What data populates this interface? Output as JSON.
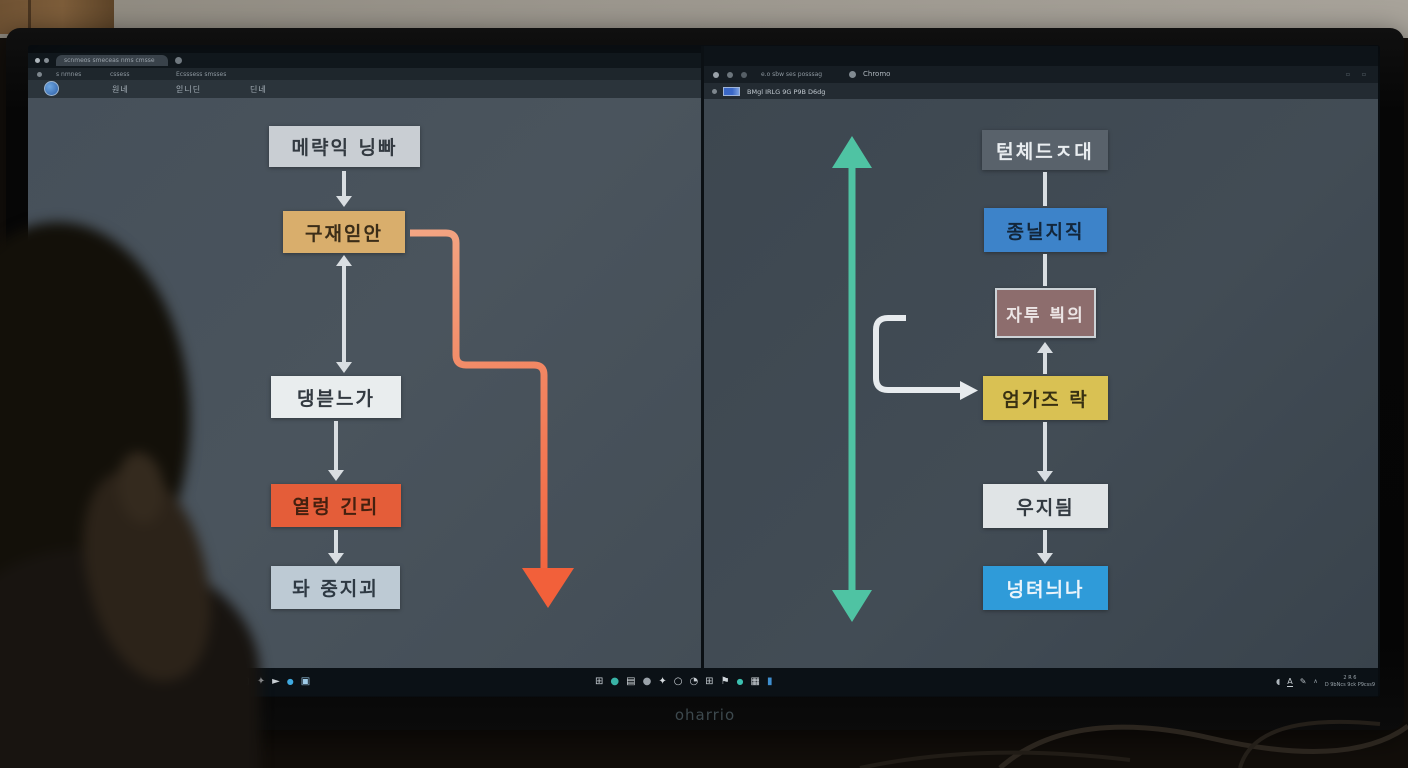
{
  "scene": {
    "monitor_brand": "oharrio"
  },
  "left_window": {
    "tab_title": "scnmeos smeceas nms cmsse",
    "menu_items": [
      "s nmnes",
      "cssess",
      "Ecsssess smsses"
    ],
    "toolbar_items": [
      "원네",
      "읻니딘",
      "딘네"
    ],
    "flowchart": {
      "boxes": [
        {
          "label": "메략익 닝빠",
          "bg": "#c9ced3",
          "fg": "#333a41"
        },
        {
          "label": "구재읻안",
          "bg": "#d9ae6c",
          "fg": "#3b2d18"
        },
        {
          "label": "댕븓느가",
          "bg": "#e9edee",
          "fg": "#333a41"
        },
        {
          "label": "옅렁 긴리",
          "bg": "#e45d39",
          "fg": "#44200f"
        },
        {
          "label": "돠 중지괴",
          "bg": "#bdcad4",
          "fg": "#2e3943"
        }
      ],
      "connector_color": "#f2794f",
      "arrow_color": "#d9dee2"
    }
  },
  "right_window": {
    "title_text": "e.o sbw ses posssag",
    "title_app": "Chromo",
    "tab_text": "BMgl IRLG 9G P9B D6dg",
    "flowchart": {
      "boxes": [
        {
          "label": "턷체드ㅈ대",
          "bg": "#59626b",
          "fg": "#e9edf0"
        },
        {
          "label": "종닐지직",
          "bg": "#3d83c9",
          "fg": "#13263a"
        },
        {
          "label": "자투 븩의",
          "bg": "#8d6d6d",
          "fg": "#ece5e5"
        },
        {
          "label": "엄가즈 락",
          "bg": "#d9c153",
          "fg": "#383012"
        },
        {
          "label": "우지딈",
          "bg": "#e0e4e6",
          "fg": "#333a41"
        },
        {
          "label": "넝텨늬나",
          "bg": "#2f9bd9",
          "fg": "#ebf4fb"
        }
      ],
      "updown_arrow_color": "#4fc3a3",
      "bracket_color": "#e7ebee",
      "arrow_color": "#d9dee2"
    }
  },
  "taskbar": {
    "left_icons": [
      "dot-icon",
      "window-icon",
      "sparkle-icon",
      "cursor-icon",
      "blue-dot-icon",
      "photos-icon"
    ],
    "center_icons": [
      "grid-window-icon",
      "teal-sphere-icon",
      "document-icon",
      "globe-icon",
      "sparkle-icon",
      "ring-icon",
      "target-icon",
      "plus-box-icon",
      "flag-icon",
      "teal-dot-icon",
      "qr-grid-icon",
      "blue-panel-icon"
    ],
    "tray": {
      "line1": "2 R 6",
      "line2": "D 9bNcs 9ck P9css9"
    }
  }
}
